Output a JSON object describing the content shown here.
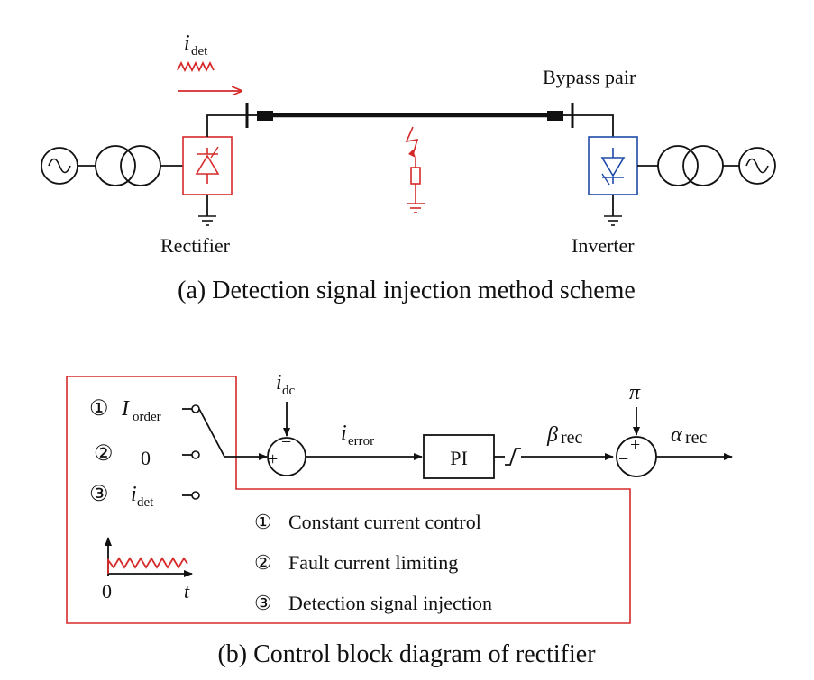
{
  "part_a": {
    "caption": "(a) Detection signal injection method scheme",
    "injected_signal": {
      "symbol": "i",
      "subscript": "det"
    },
    "bypass_label": "Bypass pair",
    "rectifier_label": "Rectifier",
    "inverter_label": "Inverter"
  },
  "part_b": {
    "caption": "(b) Control block diagram of rectifier",
    "switch_options": [
      {
        "marker": "①",
        "symbol": "I",
        "subscript": "order"
      },
      {
        "marker": "②",
        "symbol": "0",
        "subscript": ""
      },
      {
        "marker": "③",
        "symbol": "i",
        "subscript": "det"
      }
    ],
    "feedback": {
      "symbol": "i",
      "subscript": "dc"
    },
    "error_signal": {
      "symbol": "i",
      "subscript": "error"
    },
    "controller_label": "PI",
    "beta": {
      "symbol": "β",
      "subscript": "rec"
    },
    "pi_symbol": "π",
    "alpha": {
      "symbol": "α",
      "subscript": "rec"
    },
    "sum1_signs": {
      "top": "−",
      "left": "+"
    },
    "sum2_signs": {
      "top": "+",
      "left": "−"
    },
    "legend": [
      {
        "marker": "①",
        "text": "Constant current control"
      },
      {
        "marker": "②",
        "text": "Fault current limiting"
      },
      {
        "marker": "③",
        "text": "Detection signal injection"
      }
    ],
    "waveform_axis": {
      "origin": "0",
      "time": "t"
    }
  },
  "colors": {
    "rectifier": "#d62a2a",
    "inverter": "#1f4aa8",
    "fault": "#d62a2a",
    "line": "#111111"
  }
}
